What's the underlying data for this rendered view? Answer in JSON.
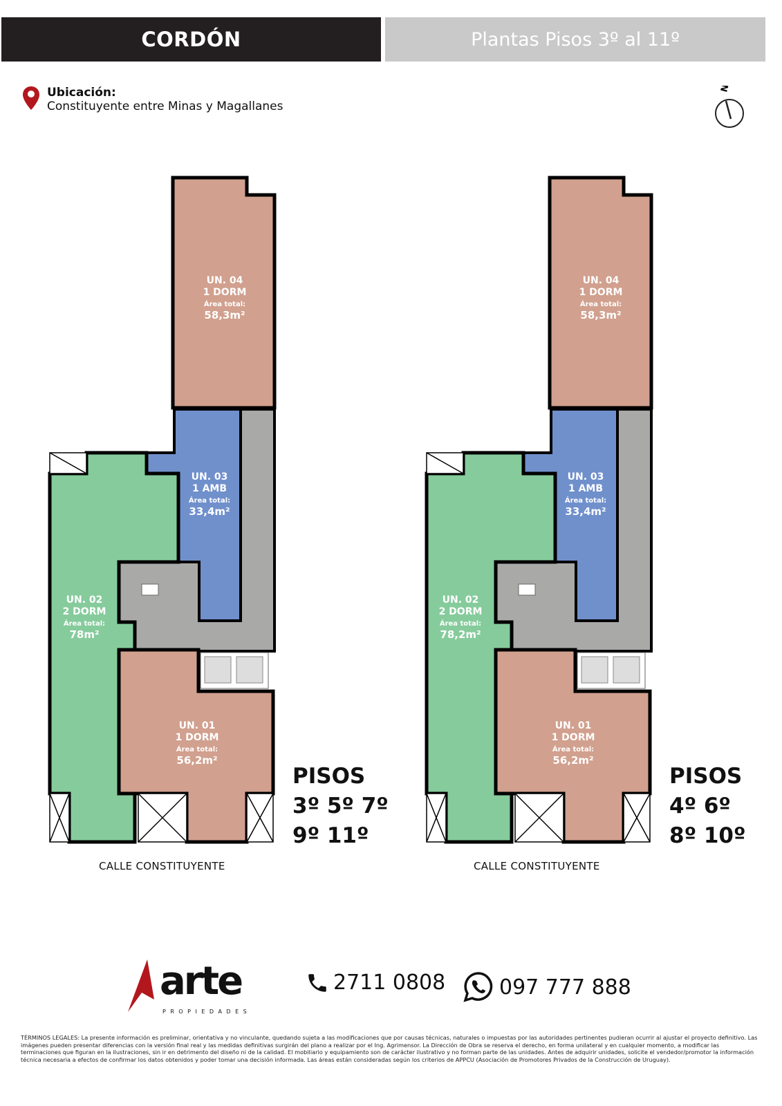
{
  "header": {
    "project": "CORDÓN",
    "subtitle": "Plantas Pisos 3º al 11º"
  },
  "location": {
    "label": "Ubicación:",
    "address": "Constituyente entre Minas y Magallanes",
    "icon": "map-pin-icon"
  },
  "compass": {
    "label": "N",
    "icon": "north-arrow-icon"
  },
  "colors": {
    "un04": "#d1a08e",
    "un03": "#7090cc",
    "un02": "#86cb9c",
    "un01": "#d1a08e",
    "common": "#a9a9a7",
    "accent": "#b3171e"
  },
  "plans": [
    {
      "units": [
        {
          "name": "UN. 04",
          "type": "1 DORM",
          "area_label": "Área total:",
          "area": "58,3m²"
        },
        {
          "name": "UN. 03",
          "type": "1 AMB",
          "area_label": "Área total:",
          "area": "33,4m²"
        },
        {
          "name": "UN. 02",
          "type": "2 DORM",
          "area_label": "Área total:",
          "area": "78m²"
        },
        {
          "name": "UN. 01",
          "type": "1 DORM",
          "area_label": "Área total:",
          "area": "56,2m²"
        }
      ],
      "pisos_title": "PISOS",
      "pisos_line1": "3º 5º 7º",
      "pisos_line2": "9º 11º",
      "street": "CALLE CONSTITUYENTE"
    },
    {
      "units": [
        {
          "name": "UN. 04",
          "type": "1 DORM",
          "area_label": "Área total:",
          "area": "58,3m²"
        },
        {
          "name": "UN. 03",
          "type": "1 AMB",
          "area_label": "Área total:",
          "area": "33,4m²"
        },
        {
          "name": "UN. 02",
          "type": "2 DORM",
          "area_label": "Área total:",
          "area": "78,2m²"
        },
        {
          "name": "UN. 01",
          "type": "1 DORM",
          "area_label": "Área total:",
          "area": "56,2m²"
        }
      ],
      "pisos_title": "PISOS",
      "pisos_line1": "4º 6º",
      "pisos_line2": "8º 10º",
      "street": "CALLE CONSTITUYENTE"
    }
  ],
  "footer": {
    "logo_text": "arte",
    "logo_sub": "PROPIEDADES",
    "phone": "2711 0808",
    "whatsapp": "097 777 888",
    "legal": "TÉRMINOS LEGALES: La presente información es preliminar, orientativa y no vinculante, quedando sujeta a las modificaciones que por causas técnicas, naturales o impuestas por las autoridades pertinentes pudieran ocurrir al ajustar el proyecto definitivo. Las imágenes pueden presentar diferencias con la versión final real y las medidas definitivas surgirán del plano a realizar por el Ing. Agrimensor. La Dirección de Obra se reserva el derecho, en forma unilateral y en cualquier momento, a modificar las terminaciones que figuran en la ilustraciones, sin ir en detrimento del diseño ni de la calidad. El mobiliario y equipamiento son de carácter ilustrativo y no forman parte de las unidades. Antes de adquirir unidades, solicite el vendedor/promotor la información técnica necesaria a efectos de confirmar los datos obtenidos y poder tomar una decisión informada. Las áreas están consideradas según los criterios de APPCU (Asociación de Promotores Privados de la Construcción de Uruguay)."
  }
}
